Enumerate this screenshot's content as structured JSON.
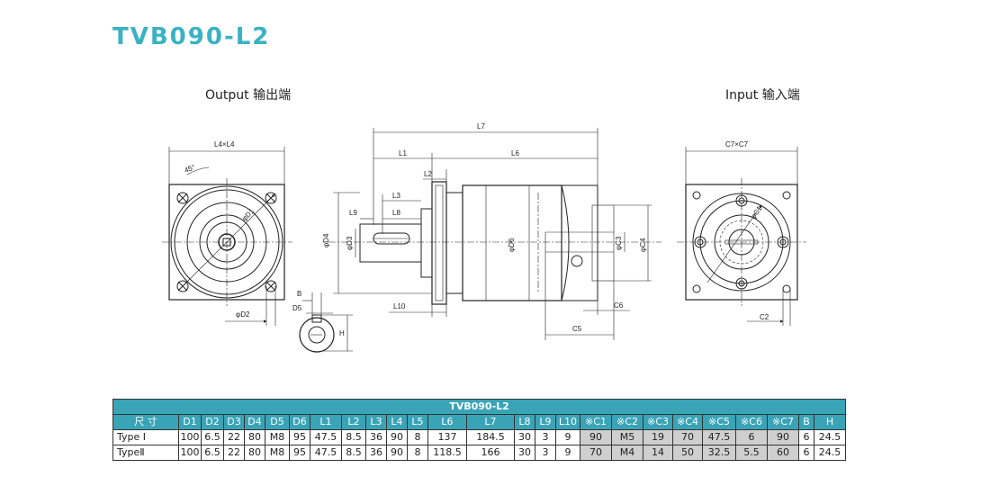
{
  "title": "TVB090-L2",
  "views": {
    "output_label": "Output  输出端",
    "input_label": "Input  输入端"
  },
  "dimension_labels": {
    "l4xl4": "L4×L4",
    "angle": "45°",
    "d1": "φD1",
    "d2": "φD2",
    "d3": "φD3",
    "d4": "φD4",
    "d5": "D5",
    "d6": "φD6",
    "b": "B",
    "h": "H",
    "l1": "L1",
    "l2": "L2",
    "l3": "L3",
    "l6": "L6",
    "l7": "L7",
    "l8": "L8",
    "l9": "L9",
    "l10": "L10",
    "c1": "φC1",
    "c2": "C2",
    "c3": "φC3",
    "c4": "φC4",
    "c5": "C5",
    "c6": "C6",
    "c7xc7": "C7×C7"
  },
  "table": {
    "caption": "TVB090-L2",
    "headers": [
      "尺 寸",
      "D1",
      "D2",
      "D3",
      "D4",
      "D5",
      "D6",
      "L1",
      "L2",
      "L3",
      "L4",
      "L5",
      "L6",
      "L7",
      "L8",
      "L9",
      "L10",
      "※C1",
      "※C2",
      "※C3",
      "※C4",
      "※C5",
      "※C6",
      "※C7",
      "B",
      "H"
    ],
    "rows": [
      [
        "Type Ⅰ",
        "100",
        "6.5",
        "22",
        "80",
        "M8",
        "95",
        "47.5",
        "8.5",
        "36",
        "90",
        "8",
        "137",
        "184.5",
        "30",
        "3",
        "9",
        "90",
        "M5",
        "19",
        "70",
        "47.5",
        "6",
        "90",
        "6",
        "24.5"
      ],
      [
        "TypeⅡ",
        "100",
        "6.5",
        "22",
        "80",
        "M8",
        "95",
        "47.5",
        "8.5",
        "36",
        "90",
        "8",
        "118.5",
        "166",
        "30",
        "3",
        "9",
        "70",
        "M4",
        "14",
        "50",
        "32.5",
        "5.5",
        "60",
        "6",
        "24.5"
      ]
    ]
  }
}
